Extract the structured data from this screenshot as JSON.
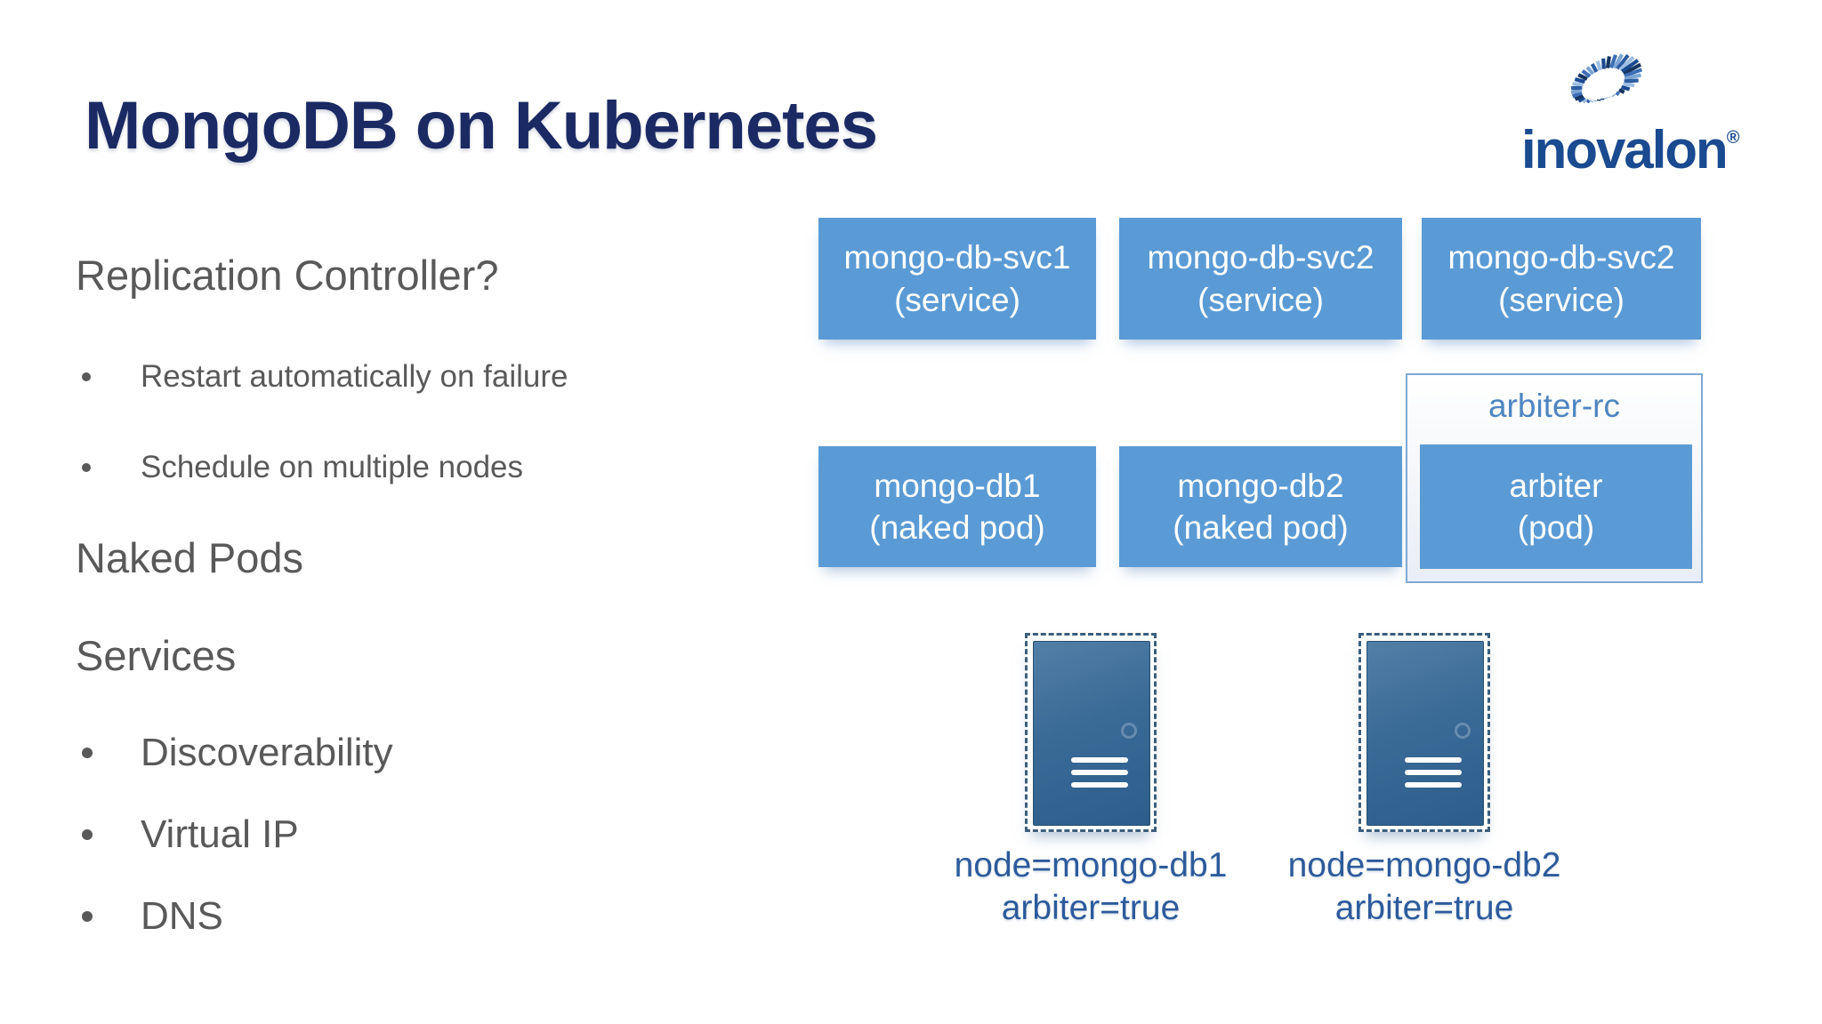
{
  "slide": {
    "title": "MongoDB on Kubernetes",
    "logo": {
      "wordmark": "inovalon",
      "registered": "®"
    },
    "left": {
      "heading_rc": "Replication Controller?",
      "bullets_rc": [
        "Restart automatically on failure",
        "Schedule on multiple nodes"
      ],
      "heading_naked": "Naked Pods",
      "heading_services": "Services",
      "bullets_services": [
        "Discoverability",
        "Virtual IP",
        "DNS"
      ]
    },
    "diagram": {
      "services": [
        {
          "name": "mongo-db-svc1",
          "type": "(service)"
        },
        {
          "name": "mongo-db-svc2",
          "type": "(service)"
        },
        {
          "name": "mongo-db-svc2",
          "type": "(service)"
        }
      ],
      "pods": [
        {
          "name": "mongo-db1",
          "type": "(naked pod)"
        },
        {
          "name": "mongo-db2",
          "type": "(naked pod)"
        }
      ],
      "arbiter_rc": {
        "label": "arbiter-rc",
        "pod_name": "arbiter",
        "pod_type": "(pod)"
      },
      "nodes": [
        {
          "line1": "node=mongo-db1",
          "line2": "arbiter=true"
        },
        {
          "line1": "node=mongo-db2",
          "line2": "arbiter=true"
        }
      ]
    },
    "colors": {
      "box_blue": "#5B9BD5",
      "title_navy": "#1B2A63",
      "body_gray": "#595959",
      "node_label_blue": "#2D5B9B",
      "arbiter_label_blue": "#4E86C0",
      "logo_blue": "#1A4A8F"
    }
  }
}
